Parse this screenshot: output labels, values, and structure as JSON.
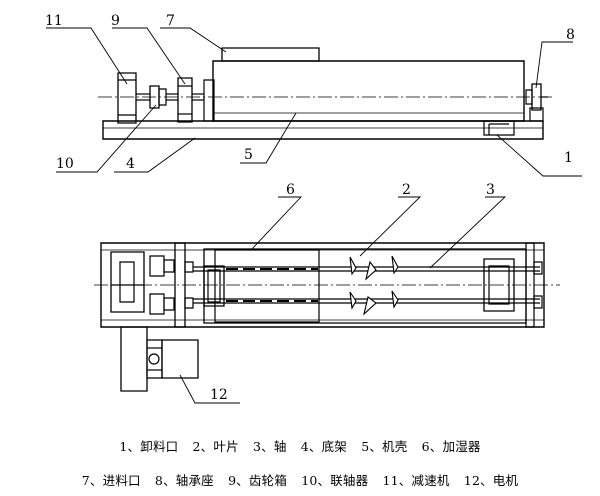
{
  "callouts": {
    "c11": "11",
    "c9": "9",
    "c7": "7",
    "c8": "8",
    "c10": "10",
    "c4": "4",
    "c5": "5",
    "c1": "1",
    "c6": "6",
    "c2": "2",
    "c3": "3",
    "c12": "12"
  },
  "legend": {
    "row1": [
      "1、卸料口",
      "2、叶片",
      "3、轴",
      "4、底架",
      "5、机壳",
      "6、加湿器"
    ],
    "row2": [
      "7、进料口",
      "8、轴承座",
      "9、齿轮箱",
      "10、联轴器",
      "11、减速机",
      "12、电机"
    ]
  }
}
